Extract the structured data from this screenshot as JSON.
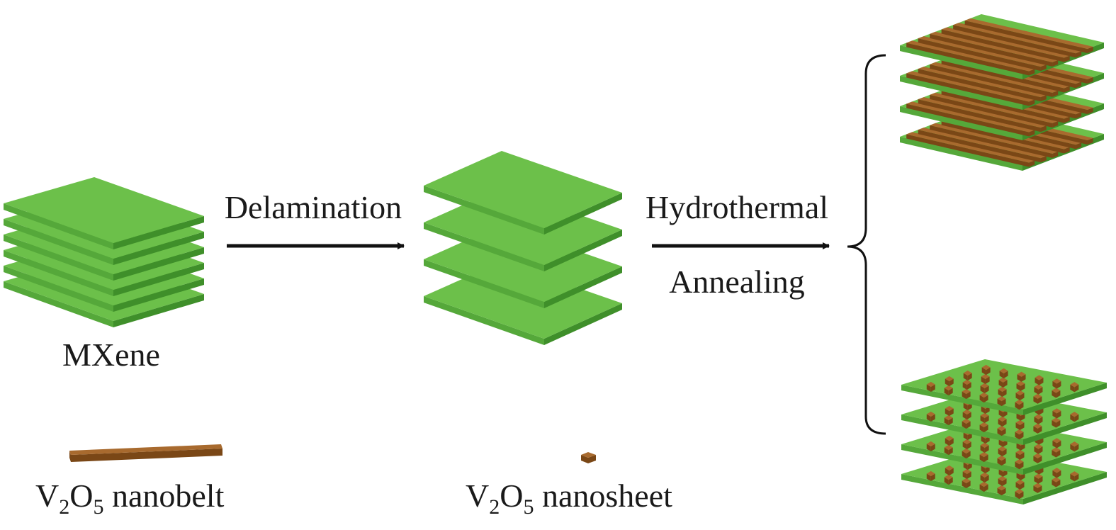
{
  "colors": {
    "sheet_top": "#6cc04a",
    "sheet_side": "#3f8f2a",
    "sheet_front": "#55a83a",
    "belt_top": "#a86a2e",
    "belt_side": "#7a4716",
    "text": "#1a1a1a",
    "arrow": "#111111"
  },
  "icons": {
    "mxene": "stacked-sheets-icon",
    "delaminated": "separated-sheets-icon",
    "nanobelt_product": "sheets-with-belts-icon",
    "nanosheet_product": "sheets-with-cubes-icon",
    "nanobelt_legend": "nanobelt-icon",
    "nanosheet_legend": "nanocube-icon"
  },
  "labels": {
    "mxene": "MXene",
    "step1": "Delamination",
    "step2_top": "Hydrothermal",
    "step2_bottom": "Annealing",
    "legend_belt_prefix": "V",
    "legend_belt_sub1": "2",
    "legend_belt_mid": "O",
    "legend_belt_sub2": "5",
    "legend_belt_suffix": " nanobelt",
    "legend_sheet_prefix": "V",
    "legend_sheet_sub1": "2",
    "legend_sheet_mid": "O",
    "legend_sheet_sub2": "5",
    "legend_sheet_suffix": " nanosheet"
  }
}
